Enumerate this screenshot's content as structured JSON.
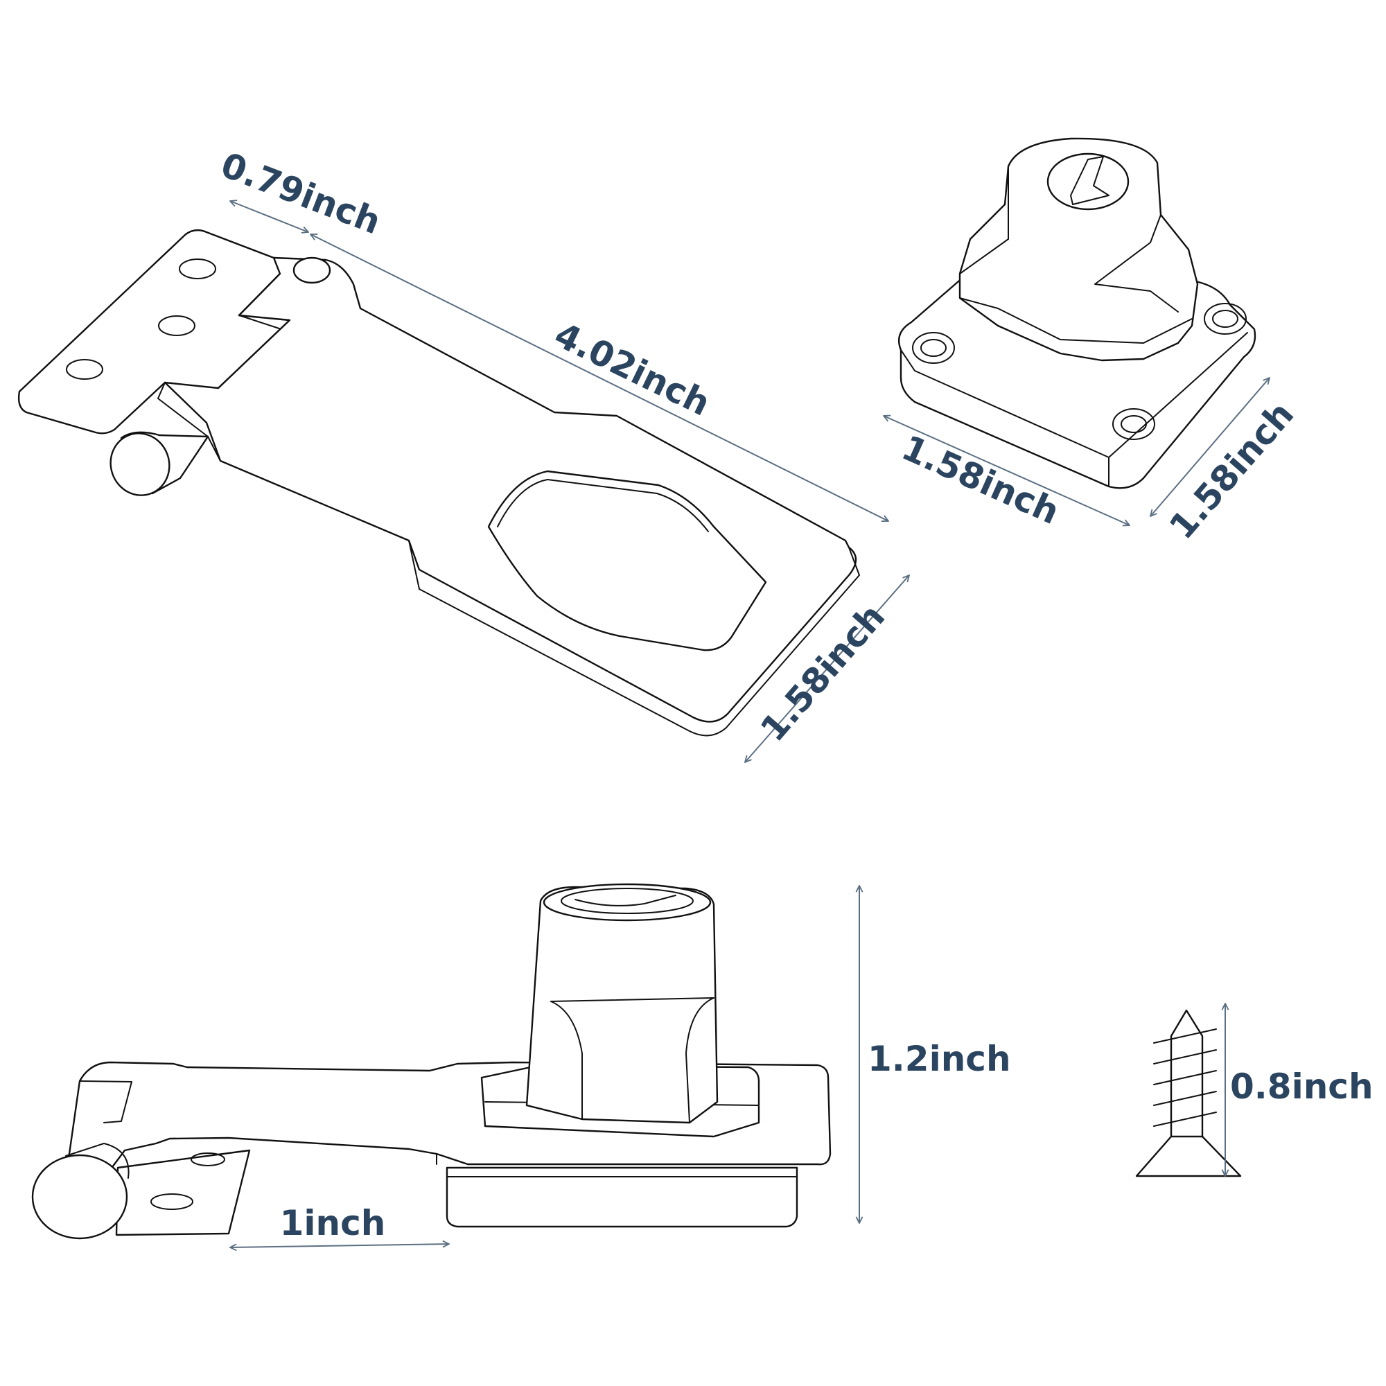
{
  "dimensions": {
    "hinge_leaf_width": "0.79inch",
    "hasp_length": "4.02inch",
    "hasp_width": "1.58inch",
    "lock_base_width": "1.58inch",
    "lock_base_depth": "1.58inch",
    "assembly_height": "1.2inch",
    "hinge_offset": "1inch",
    "screw_length": "0.8inch"
  },
  "colors": {
    "line": "#111111",
    "dimension_text": "#2b4560",
    "dimension_line": "#5b6f82"
  }
}
